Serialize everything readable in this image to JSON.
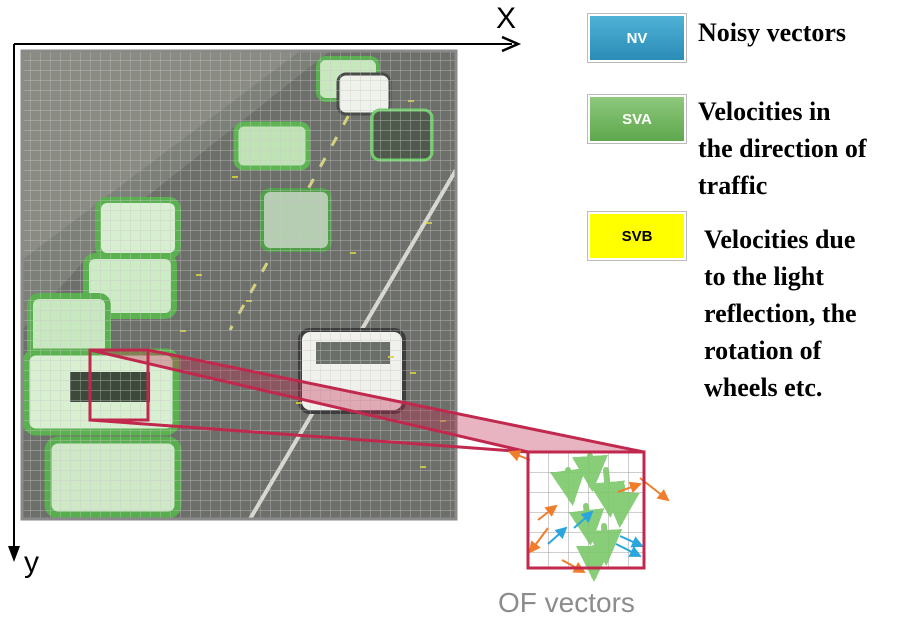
{
  "axes": {
    "x_label": "X",
    "y_label": "y"
  },
  "legend": [
    {
      "code": "NV",
      "description": "Noisy vectors",
      "color": "#2b8cb6"
    },
    {
      "code": "SVA",
      "description": "Velocities in\nthe direction of\ntraffic",
      "color": "#5ea84d"
    },
    {
      "code": "SVB",
      "description": "Velocities due\nto the light\nreflection, the\nrotation of\nwheels etc.",
      "color": "#ffff00"
    }
  ],
  "inset": {
    "caption": "OF vectors",
    "frame_color": "#c0284e"
  },
  "colors": {
    "road": "#6d6f6a",
    "vehicle_highlight": "#6fd06a",
    "grid_line": "#c8c8c8",
    "vector_orange": "#f07d2c",
    "vector_blue": "#2aa6dc"
  }
}
